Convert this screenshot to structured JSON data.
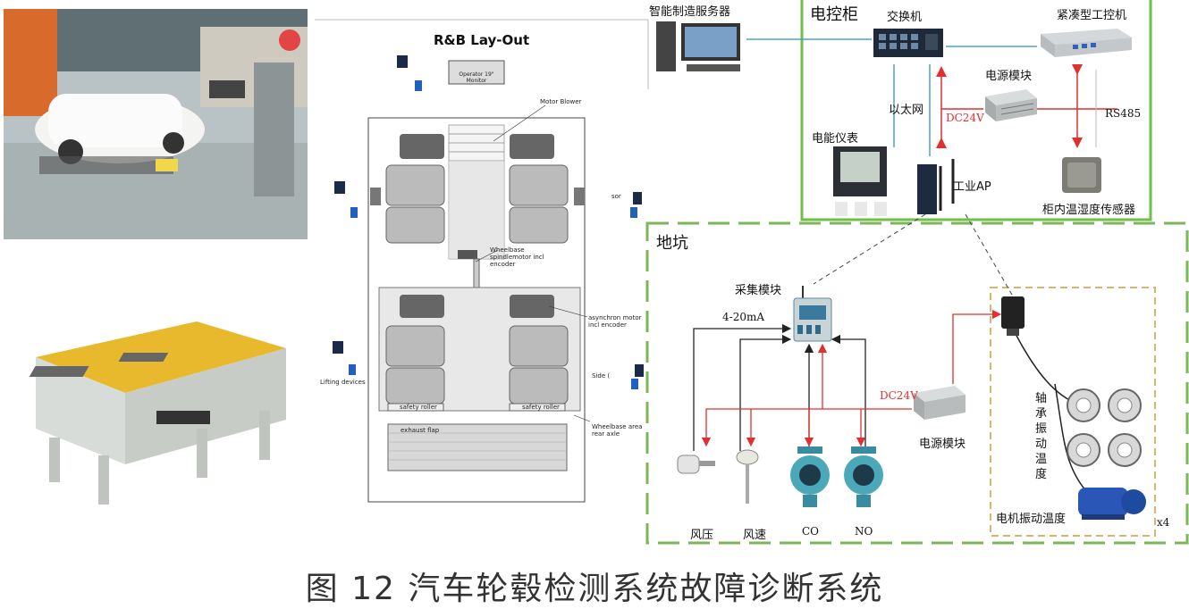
{
  "caption": "图 12 汽车轮毂检测系统故障诊断系统",
  "layout": {
    "title": "R&B Lay-Out",
    "operator_monitor": "Operator 19\" Monitor",
    "motor_blower": "Motor Blower",
    "sensor_right": "sor",
    "wheelbase_spindlemotor": "Wheelbase spindlemotor incl encoder",
    "asynchron_motor": "asynchron motor incl encoder",
    "lifting_devices": "Lifting devices",
    "side": "Side (",
    "safety_roller_left": "safety roller",
    "safety_roller_right": "safety roller",
    "wheelbase_area": "Wheelbase area rear axle",
    "exhaust_flap": "exhaust flap"
  },
  "cabinet": {
    "title": "电控柜",
    "server": "智能制造服务器",
    "switch": "交换机",
    "ipc": "紧凑型工控机",
    "power_module": "电源模块",
    "ethernet": "以太网",
    "dc24v": "DC24V",
    "rs485": "RS485",
    "energy_meter": "电能仪表",
    "industrial_ap": "工业AP",
    "temp_sensor": "柜内温湿度传感器"
  },
  "pit": {
    "title": "地坑",
    "acq_module": "采集模块",
    "signal": "4-20mA",
    "dc24v": "DC24V",
    "power_module": "电源模块",
    "bearing_vib": "轴承振动温度",
    "motor_vib": "电机振动温度",
    "x4": "x4",
    "sensors": [
      "风压",
      "风速",
      "CO",
      "NO"
    ]
  },
  "colors": {
    "green_dash": "#7cb65a",
    "cabinet_green": "#6fbf4a",
    "red": "#e03030",
    "blue_line": "#4aa3c8",
    "tan_dash": "#d9b46a"
  }
}
